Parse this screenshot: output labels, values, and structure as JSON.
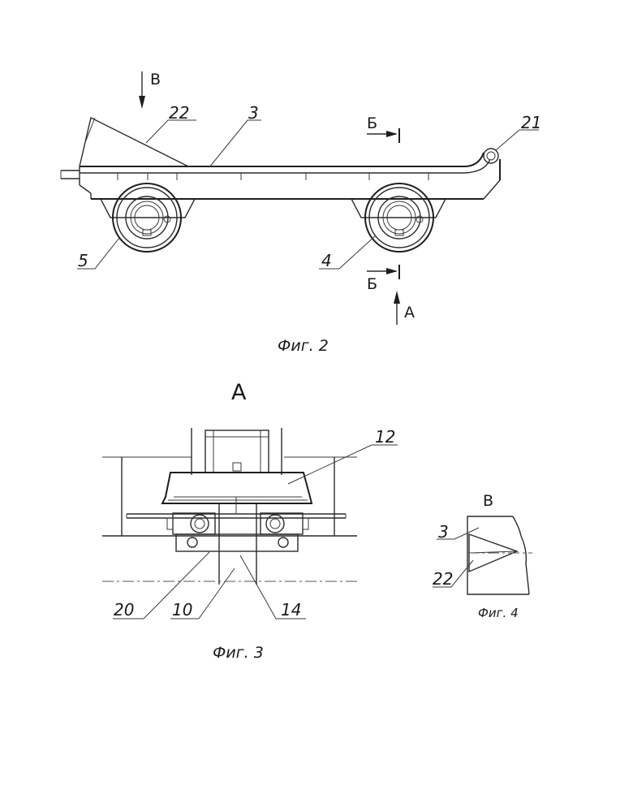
{
  "fig2": {
    "caption": "Фиг. 2",
    "labels": {
      "l22": "22",
      "l3": "3",
      "l21": "21",
      "l5": "5",
      "l4": "4"
    },
    "view_b": "В",
    "view_a": "А",
    "section_top": "Б",
    "section_bottom": "Б"
  },
  "fig3": {
    "caption": "Фиг. 3",
    "title": "А",
    "labels": {
      "l12": "12",
      "l20": "20",
      "l10": "10",
      "l14": "14"
    }
  },
  "fig4": {
    "caption": "Фиг. 4",
    "title": "В",
    "labels": {
      "l3": "3",
      "l22": "22"
    }
  }
}
